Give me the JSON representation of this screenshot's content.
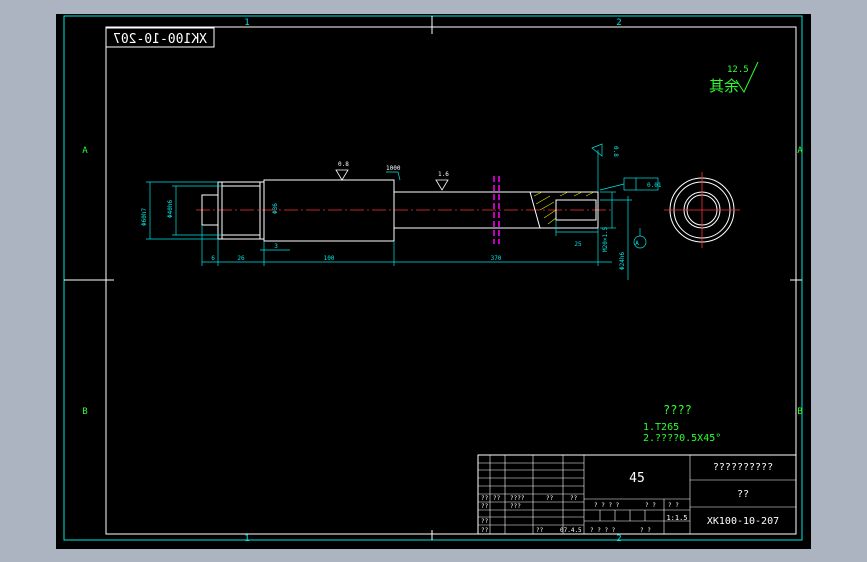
{
  "drawing": {
    "number_mirrored": "XK100-10-207",
    "roughness_note": {
      "label": "其余",
      "value": "12.5"
    },
    "zone_cols": [
      "1",
      "2"
    ],
    "zone_rows": [
      "A",
      "B"
    ]
  },
  "dimensions": {
    "dia_outer_left": "Φ60h7",
    "dia_body": "Φ40h6",
    "dia_bore": "Φ36",
    "len_6": "6",
    "len_26": "26",
    "len_3": "3",
    "len_100": "100",
    "len_shaft": "370",
    "len_bore": "25",
    "dia_right_1": "M20×1.5",
    "dia_right_2": "Φ24h6",
    "rough_1": "0.8",
    "rough_2": "1.6",
    "rough_3": "0.8",
    "gtol_1": "1000",
    "gtol_2": "0.01",
    "datum": "A"
  },
  "notes": {
    "heading": "????",
    "line1": "1.T265",
    "line2": "2.????0.5X45°"
  },
  "title_block": {
    "material": "45",
    "name": "??????????",
    "unit": "??",
    "drawing_no": "XK100-10-207",
    "scale": "1:1.5",
    "row_labels": [
      "??",
      "??",
      "????",
      "??",
      "??"
    ],
    "sign_labels": [
      "??",
      "???"
    ],
    "date_labels": [
      "??",
      "07.4.5"
    ],
    "col_labels": [
      "? ? ? ?",
      "? ?",
      "? ?"
    ]
  }
}
